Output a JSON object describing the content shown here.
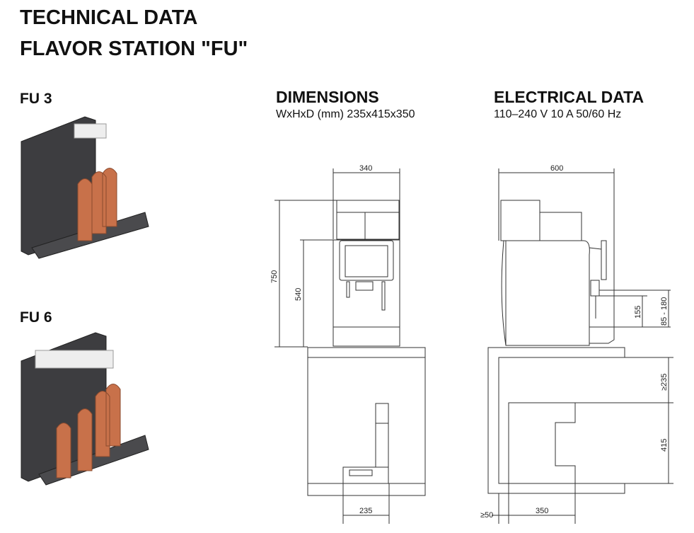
{
  "title": {
    "line1": "TECHNICAL DATA",
    "line2": "FLAVOR STATION \"FU\""
  },
  "models": [
    {
      "label": "FU 3"
    },
    {
      "label": "FU 6"
    }
  ],
  "dimensions": {
    "heading": "DIMENSIONS",
    "value": "WxHxD (mm) 235x415x350"
  },
  "electrical": {
    "heading": "ELECTRICAL DATA",
    "value": "110–240 V 10 A 50/60 Hz"
  },
  "front_view": {
    "width": "340",
    "height_total": "750",
    "height_lower": "540",
    "unit_width": "235"
  },
  "side_view": {
    "depth": "600",
    "outlet_height": "155",
    "outlet_range": "85 - 180",
    "clearance": "≥235",
    "unit_height": "415",
    "gap": "≥50",
    "unit_depth": "350"
  },
  "colors": {
    "bottle": "#c8714a",
    "cabinet": "#3a3a3c"
  }
}
